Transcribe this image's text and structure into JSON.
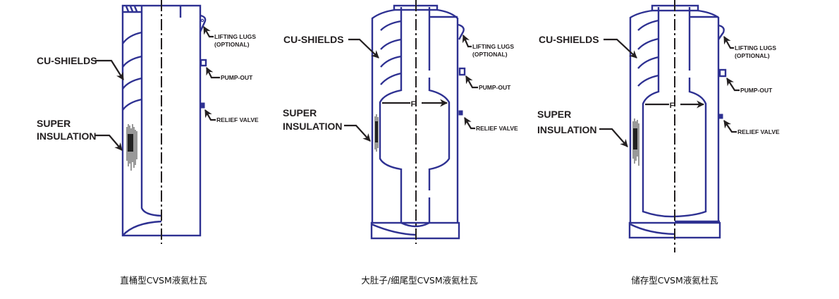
{
  "diagrams": [
    {
      "caption": "直桶型CVSM液氦杜瓦",
      "labels": {
        "cu_shields": "CU-SHIELDS",
        "super": "SUPER",
        "insulation": "INSULATION",
        "lifting_lugs": "LIFTING LUGS",
        "optional": "(OPTIONAL)",
        "pump_out": "PUMP-OUT",
        "relief_valve": "RELIEF VALVE"
      }
    },
    {
      "caption": "大肚子/细尾型CVSM液氦杜瓦",
      "labels": {
        "cu_shields": "CU-SHIELDS",
        "super": "SUPER",
        "insulation": "INSULATION",
        "lifting_lugs": "LIFTING LUGS",
        "optional": "(OPTIONAL)",
        "pump_out": "PUMP-OUT",
        "relief_valve": "RELIEF VALVE",
        "dimension": "F"
      }
    },
    {
      "caption": "储存型CVSM液氦杜瓦",
      "labels": {
        "cu_shields": "CU-SHIELDS",
        "super": "SUPER",
        "insulation": "INSULATION",
        "lifting_lugs": "LIFTING LUGS",
        "optional": "(OPTIONAL)",
        "pump_out": "PUMP-OUT",
        "relief_valve": "RELIEF VALVE",
        "dimension": "F"
      }
    }
  ],
  "colors": {
    "vessel_line": "#2e3192",
    "annotation": "#231f20"
  }
}
